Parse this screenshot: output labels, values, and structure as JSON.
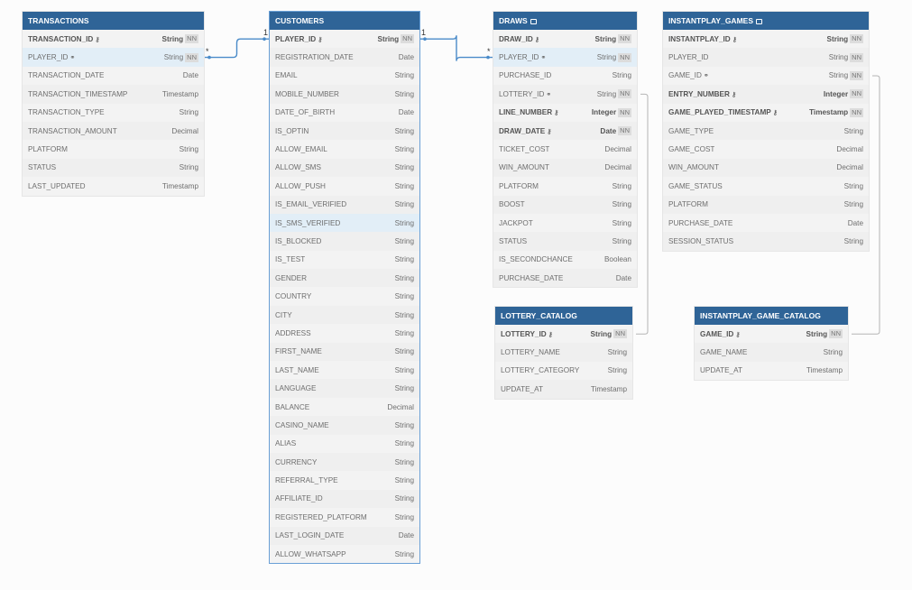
{
  "tables": [
    {
      "id": "transactions",
      "title": "TRANSACTIONS",
      "note": false,
      "rows": [
        {
          "name": "TRANSACTION_ID",
          "type": "String",
          "nn": true,
          "key": true,
          "icon": "key"
        },
        {
          "name": "PLAYER_ID",
          "type": "String",
          "nn": true,
          "icon": "link",
          "highlight": true
        },
        {
          "name": "TRANSACTION_DATE",
          "type": "Date"
        },
        {
          "name": "TRANSACTION_TIMESTAMP",
          "type": "Timestamp"
        },
        {
          "name": "TRANSACTION_TYPE",
          "type": "String"
        },
        {
          "name": "TRANSACTION_AMOUNT",
          "type": "Decimal"
        },
        {
          "name": "PLATFORM",
          "type": "String"
        },
        {
          "name": "STATUS",
          "type": "String"
        },
        {
          "name": "LAST_UPDATED",
          "type": "Timestamp"
        }
      ]
    },
    {
      "id": "customers",
      "title": "CUSTOMERS",
      "note": false,
      "selected": true,
      "rows": [
        {
          "name": "PLAYER_ID",
          "type": "String",
          "nn": true,
          "key": true,
          "icon": "key"
        },
        {
          "name": "REGISTRATION_DATE",
          "type": "Date"
        },
        {
          "name": "EMAIL",
          "type": "String"
        },
        {
          "name": "MOBILE_NUMBER",
          "type": "String"
        },
        {
          "name": "DATE_OF_BIRTH",
          "type": "Date"
        },
        {
          "name": "IS_OPTIN",
          "type": "String"
        },
        {
          "name": "ALLOW_EMAIL",
          "type": "String"
        },
        {
          "name": "ALLOW_SMS",
          "type": "String"
        },
        {
          "name": "ALLOW_PUSH",
          "type": "String"
        },
        {
          "name": "IS_EMAIL_VERIFIED",
          "type": "String"
        },
        {
          "name": "IS_SMS_VERIFIED",
          "type": "String",
          "highlight": true
        },
        {
          "name": "IS_BLOCKED",
          "type": "String"
        },
        {
          "name": "IS_TEST",
          "type": "String"
        },
        {
          "name": "GENDER",
          "type": "String"
        },
        {
          "name": "COUNTRY",
          "type": "String"
        },
        {
          "name": "CITY",
          "type": "String"
        },
        {
          "name": "ADDRESS",
          "type": "String"
        },
        {
          "name": "FIRST_NAME",
          "type": "String"
        },
        {
          "name": "LAST_NAME",
          "type": "String"
        },
        {
          "name": "LANGUAGE",
          "type": "String"
        },
        {
          "name": "BALANCE",
          "type": "Decimal"
        },
        {
          "name": "CASINO_NAME",
          "type": "String"
        },
        {
          "name": "ALIAS",
          "type": "String"
        },
        {
          "name": "CURRENCY",
          "type": "String"
        },
        {
          "name": "REFERRAL_TYPE",
          "type": "String"
        },
        {
          "name": "AFFILIATE_ID",
          "type": "String"
        },
        {
          "name": "REGISTERED_PLATFORM",
          "type": "String"
        },
        {
          "name": "LAST_LOGIN_DATE",
          "type": "Date"
        },
        {
          "name": "ALLOW_WHATSAPP",
          "type": "String"
        }
      ]
    },
    {
      "id": "draws",
      "title": "DRAWS",
      "note": true,
      "rows": [
        {
          "name": "DRAW_ID",
          "type": "String",
          "nn": true,
          "key": true,
          "icon": "key"
        },
        {
          "name": "PLAYER_ID",
          "type": "String",
          "nn": true,
          "icon": "link",
          "highlight": true
        },
        {
          "name": "PURCHASE_ID",
          "type": "String"
        },
        {
          "name": "LOTTERY_ID",
          "type": "String",
          "nn": true,
          "icon": "link"
        },
        {
          "name": "LINE_NUMBER",
          "type": "Integer",
          "nn": true,
          "key": true,
          "icon": "key"
        },
        {
          "name": "DRAW_DATE",
          "type": "Date",
          "nn": true,
          "key": true,
          "icon": "key"
        },
        {
          "name": "TICKET_COST",
          "type": "Decimal"
        },
        {
          "name": "WIN_AMOUNT",
          "type": "Decimal"
        },
        {
          "name": "PLATFORM",
          "type": "String"
        },
        {
          "name": "BOOST",
          "type": "String"
        },
        {
          "name": "JACKPOT",
          "type": "String"
        },
        {
          "name": "STATUS",
          "type": "String"
        },
        {
          "name": "IS_SECONDCHANCE",
          "type": "Boolean"
        },
        {
          "name": "PURCHASE_DATE",
          "type": "Date"
        }
      ]
    },
    {
      "id": "instantplay_games",
      "title": "INSTANTPLAY_GAMES",
      "note": true,
      "rows": [
        {
          "name": "INSTANTPLAY_ID",
          "type": "String",
          "nn": true,
          "key": true,
          "icon": "key"
        },
        {
          "name": "PLAYER_ID",
          "type": "String",
          "nn": true
        },
        {
          "name": "GAME_ID",
          "type": "String",
          "nn": true,
          "icon": "link"
        },
        {
          "name": "ENTRY_NUMBER",
          "type": "Integer",
          "nn": true,
          "key": true,
          "icon": "key"
        },
        {
          "name": "GAME_PLAYED_TIMESTAMP",
          "type": "Timestamp",
          "nn": true,
          "key": true,
          "icon": "key"
        },
        {
          "name": "GAME_TYPE",
          "type": "String"
        },
        {
          "name": "GAME_COST",
          "type": "Decimal"
        },
        {
          "name": "WIN_AMOUNT",
          "type": "Decimal"
        },
        {
          "name": "GAME_STATUS",
          "type": "String"
        },
        {
          "name": "PLATFORM",
          "type": "String"
        },
        {
          "name": "PURCHASE_DATE",
          "type": "Date"
        },
        {
          "name": "SESSION_STATUS",
          "type": "String"
        }
      ]
    },
    {
      "id": "lottery_catalog",
      "title": "LOTTERY_CATALOG",
      "note": false,
      "rows": [
        {
          "name": "LOTTERY_ID",
          "type": "String",
          "nn": true,
          "key": true,
          "icon": "key"
        },
        {
          "name": "LOTTERY_NAME",
          "type": "String"
        },
        {
          "name": "LOTTERY_CATEGORY",
          "type": "String"
        },
        {
          "name": "UPDATE_AT",
          "type": "Timestamp"
        }
      ]
    },
    {
      "id": "instantplay_game_catalog",
      "title": "INSTANTPLAY_GAME_CATALOG",
      "note": false,
      "rows": [
        {
          "name": "GAME_ID",
          "type": "String",
          "nn": true,
          "key": true,
          "icon": "key"
        },
        {
          "name": "GAME_NAME",
          "type": "String"
        },
        {
          "name": "UPDATE_AT",
          "type": "Timestamp"
        }
      ]
    }
  ],
  "relationships": [
    {
      "from": "transactions.PLAYER_ID",
      "to": "customers.PLAYER_ID",
      "from_card": "*",
      "to_card": "1",
      "color": "#4a8bc9"
    },
    {
      "from": "customers.PLAYER_ID",
      "to": "draws.PLAYER_ID",
      "from_card": "1",
      "to_card": "*",
      "color": "#4a8bc9"
    },
    {
      "from": "draws.LOTTERY_ID",
      "to": "lottery_catalog.LOTTERY_ID",
      "color": "#b5b5b5"
    },
    {
      "from": "instantplay_games.GAME_ID",
      "to": "instantplay_game_catalog.GAME_ID",
      "color": "#b5b5b5"
    }
  ],
  "labels": {
    "nn": "NN"
  }
}
